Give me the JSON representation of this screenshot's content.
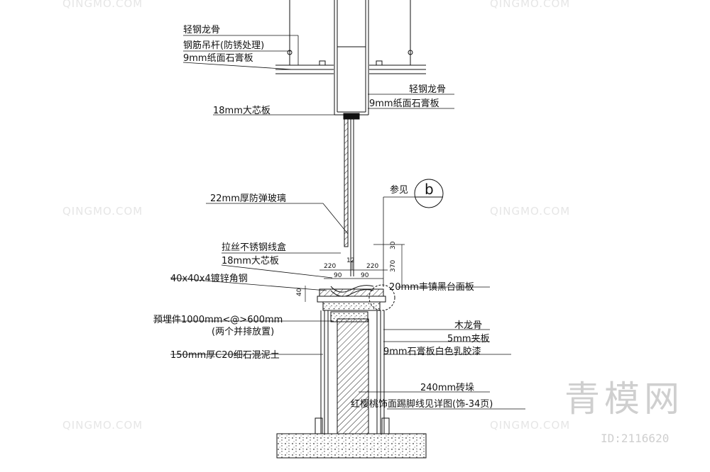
{
  "labels": {
    "ceiling_keel": "轻钢龙骨",
    "hanger_rod": "钢筋吊杆(防锈处理)",
    "gypsum_top": "9mm纸面石膏板",
    "box_keel": "轻钢龙骨",
    "box_gypsum": "9mm纸面石膏板",
    "core_board_top": "18mm大芯板",
    "glass": "22mm厚防弹玻璃",
    "ref_see": "参见",
    "ref_symbol": "b",
    "trunking": "拉丝不锈钢线盒",
    "core_board_mid": "18mm大芯板",
    "angle_steel": "40x40x4镀锌角钢",
    "counter_top": "20mm丰镇黑台面板",
    "embedded": "预埋件1000mm<@>600mm",
    "embedded_note": "(两个并排放置)",
    "wood_keel": "木龙骨",
    "plywood": "5mm夹板",
    "gypsum_paint": "9mm石膏板白色乳胶漆",
    "concrete": "150mm厚C20细石混泥土",
    "brick": "240mm砖垛",
    "skirting": "红樱桃饰面踢脚线见详图(饰-34页)"
  },
  "dimensions": {
    "d12": "12",
    "d30": "30",
    "d220a": "220",
    "d220b": "220",
    "d370": "370",
    "d90a": "90",
    "d90b": "90",
    "d40": "40"
  },
  "watermark": {
    "brand": "青模网",
    "id": "ID:2116620",
    "tile": "QINGMO.COM"
  }
}
